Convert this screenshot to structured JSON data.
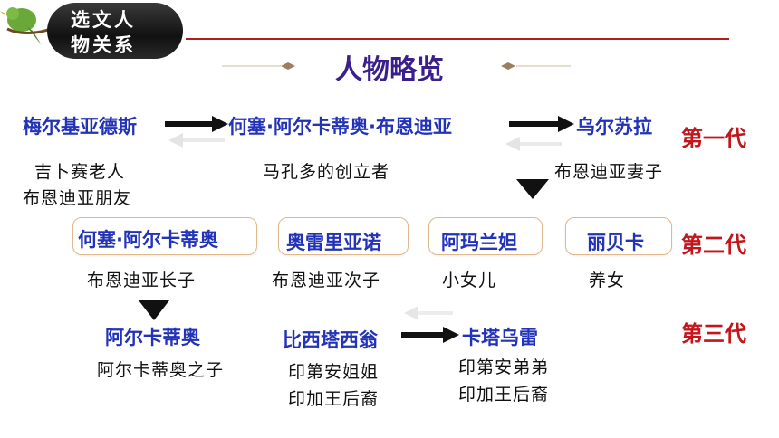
{
  "badge": {
    "line1": "选文人",
    "line2": "物关系"
  },
  "title": "人物略览",
  "generations": {
    "first": "第一代",
    "second": "第二代",
    "third": "第三代"
  },
  "gen1": {
    "melquiades": {
      "name": "梅尔基亚德斯",
      "desc1": "吉卜赛老人",
      "desc2": "布恩迪亚朋友"
    },
    "jose": {
      "name": "何塞·阿尔卡蒂奥·布恩迪亚",
      "desc": "马孔多的创立者"
    },
    "ursula": {
      "name": "乌尔苏拉",
      "desc": "布恩迪亚妻子"
    }
  },
  "gen2": {
    "jose_jr": {
      "name": "何塞·阿尔卡蒂奥",
      "desc": "布恩迪亚长子"
    },
    "aureliano": {
      "name": "奥雷里亚诺",
      "desc": "布恩迪亚次子"
    },
    "amaranta": {
      "name": "阿玛兰妲",
      "desc": "小女儿"
    },
    "rebeca": {
      "name": "丽贝卡",
      "desc": "养女"
    }
  },
  "gen3": {
    "arcadio": {
      "name": "阿尔卡蒂奥",
      "desc": "阿尔卡蒂奥之子"
    },
    "visitacion": {
      "name": "比西塔西翁",
      "desc1": "印第安姐姐",
      "desc2": "印加王后裔"
    },
    "cataure": {
      "name": "卡塔乌雷",
      "desc1": "印第安弟弟",
      "desc2": "印加王后裔"
    }
  }
}
